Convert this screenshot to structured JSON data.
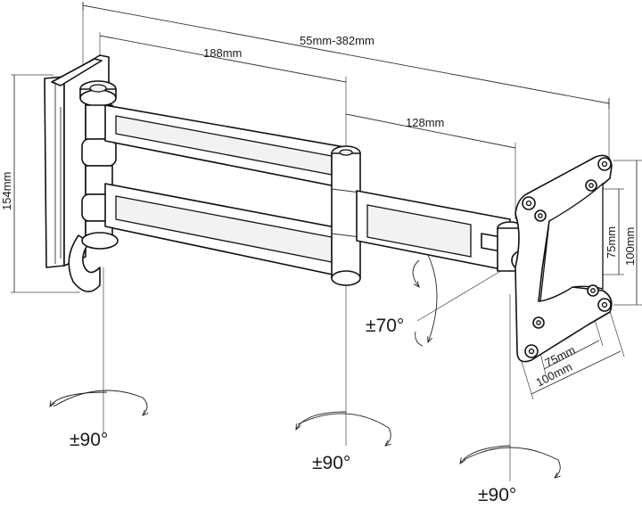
{
  "dimensions": {
    "reach": "55mm-382mm",
    "arm_first": "188mm",
    "arm_second": "128mm",
    "height": "154mm",
    "vesa_v_small": "75mm",
    "vesa_v_large": "100mm",
    "vesa_h_small": "75mm",
    "vesa_h_large": "100mm"
  },
  "rotations": {
    "tilt": "±70°",
    "swivel_wall": "±90°",
    "swivel_elbow": "±90°",
    "swivel_head": "±90°"
  }
}
